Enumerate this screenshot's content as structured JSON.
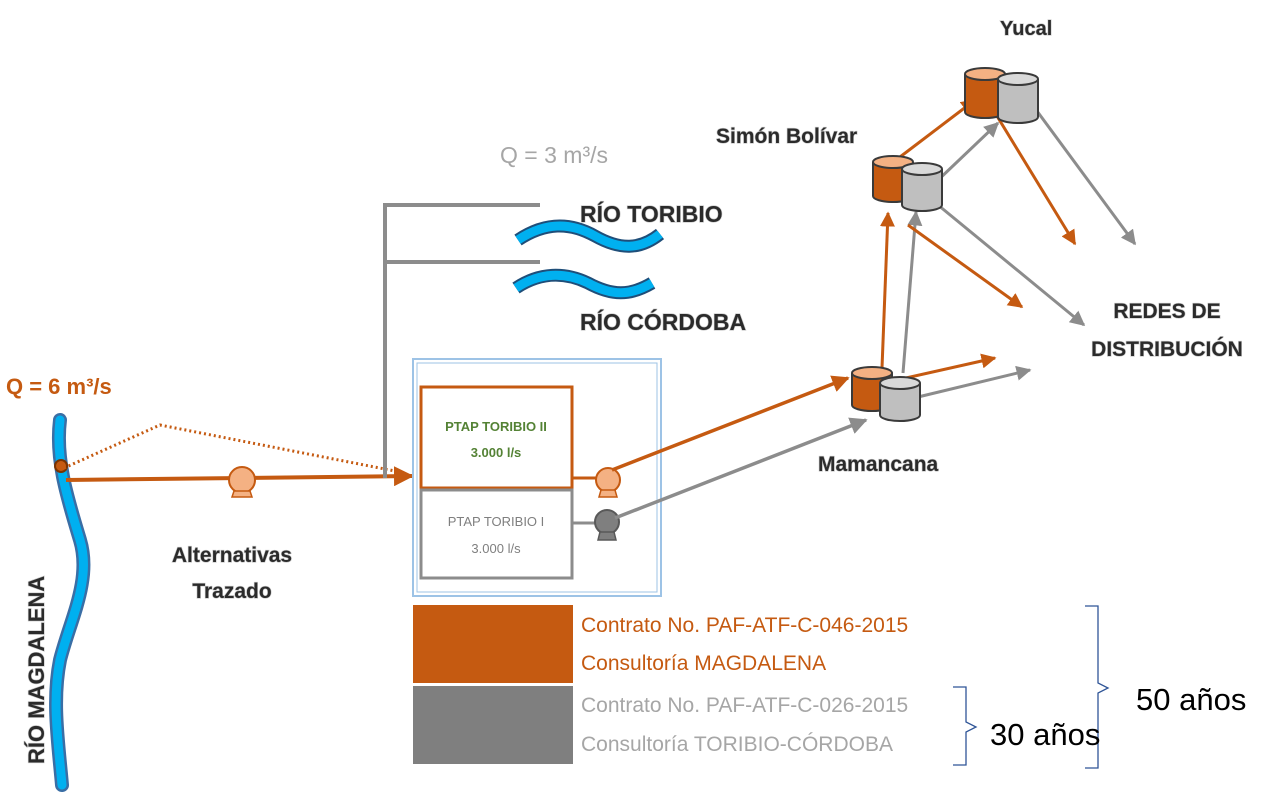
{
  "labels": {
    "q_toribio": "Q = 3 m³/s",
    "q_magdalena": "Q = 6 m³/s",
    "rio_toribio": "RÍO TORIBIO",
    "rio_cordoba": "RÍO CÓRDOBA",
    "rio_magdalena": "RÍO MAGDALENA",
    "alternativas": "Alternativas",
    "trazado": "Trazado",
    "ptap2_name": "PTAP TORIBIO II",
    "ptap2_flow": "3.000 l/s",
    "ptap1_name": "PTAP TORIBIO I",
    "ptap1_flow": "3.000 l/s",
    "mamancana": "Mamancana",
    "simon_bolivar": "Simón Bolívar",
    "yucal": "Yucal",
    "redes_1": "REDES DE",
    "redes_2": "DISTRIBUCIÓN"
  },
  "legend": {
    "orange_line1": "Contrato No. PAF-ATF-C-046-2015",
    "orange_line2": "Consultoría MAGDALENA",
    "gray_line1": "Contrato No. PAF-ATF-C-026-2015",
    "gray_line2": "Consultoría TORIBIO-CÓRDOBA",
    "years_50": "50 años",
    "years_30": "30 años"
  },
  "colors": {
    "orange": "#c55a11",
    "gray": "#8c8c8c",
    "river_blue": "#00b0f0",
    "box_blue": "#9dc3e6",
    "ptap2_text": "#548235",
    "brace": "#2f5597"
  }
}
